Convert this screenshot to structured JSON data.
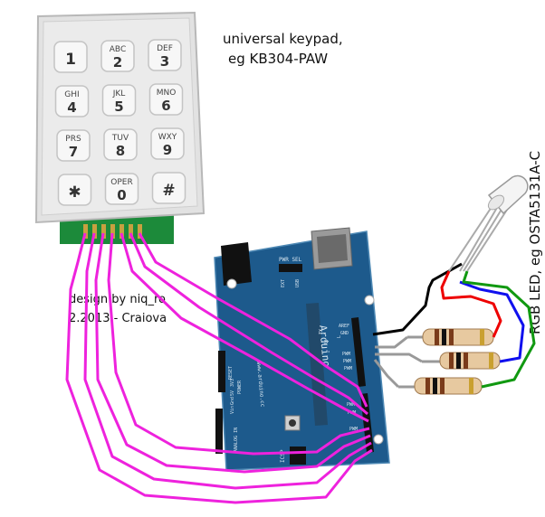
{
  "caption": {
    "keypad_title_line1": "universal keypad,",
    "keypad_title_line2": "eg KB304-PAW",
    "design_line1": "design by niq_ro",
    "design_line2": "2.2013 - Craiova",
    "led_label": "RGB LED, eg OSTA5131A-C"
  },
  "keypad": {
    "keys": [
      {
        "top": "",
        "main": "1"
      },
      {
        "top": "ABC",
        "main": "2"
      },
      {
        "top": "DEF",
        "main": "3"
      },
      {
        "top": "GHI",
        "main": "4"
      },
      {
        "top": "JKL",
        "main": "5"
      },
      {
        "top": "MNO",
        "main": "6"
      },
      {
        "top": "PRS",
        "main": "7"
      },
      {
        "top": "TUV",
        "main": "8"
      },
      {
        "top": "WXY",
        "main": "9"
      },
      {
        "top": "",
        "main": "✱"
      },
      {
        "top": "OPER",
        "main": "0"
      },
      {
        "top": "",
        "main": "#"
      }
    ]
  },
  "arduino": {
    "brand": "Arduino",
    "website": "www.arduino.cc",
    "labels": {
      "aref": "AREF",
      "gnd": "GND",
      "pwr_sel": "PWR SEL",
      "usb": "USB",
      "ext": "EXT",
      "tx": "TX",
      "rx": "RX",
      "pwm": "PWM",
      "reset": "RESET",
      "v3": "3V3",
      "v5": "5V",
      "gnd_power": "Gnd",
      "vin": "Vin",
      "power": "POWER",
      "analog_in": "ANALOG IN",
      "icsp": "ICSP",
      "l": "L"
    }
  },
  "colors": {
    "wire_keypad": "#ee22dd",
    "wire_black": "#000000",
    "wire_red": "#ee0000",
    "wire_blue": "#1010ee",
    "wire_green": "#119911",
    "board": "#1d5a8c",
    "keypad_body": "#e2e2e2"
  }
}
